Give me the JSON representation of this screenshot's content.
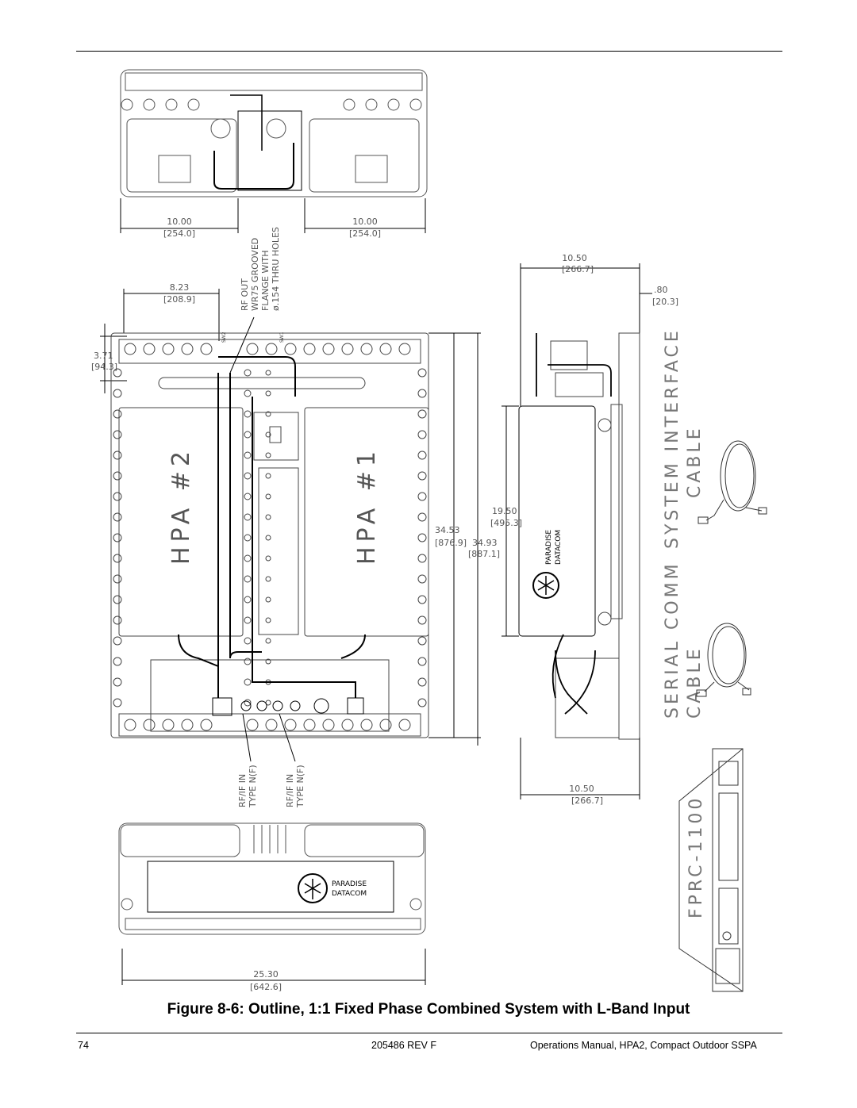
{
  "caption": "Figure 8-6: Outline, 1:1 Fixed Phase Combined System with L-Band Input",
  "footer": {
    "page_number": "74",
    "doc_number": "205486 REV F",
    "manual_title": "Operations Manual, HPA2, Compact Outdoor SSPA"
  },
  "drawing": {
    "dims": {
      "d1_in": "10.00",
      "d1_mm": "[254.0]",
      "d2_in": "10.00",
      "d2_mm": "[254.0]",
      "d3_in": "8.23",
      "d3_mm": "[208.9]",
      "d4_in": "3.71",
      "d4_mm": "[94.3]",
      "d5_in": "10.50",
      "d5_mm": "[266.7]",
      "d6_in": ".80",
      "d6_mm": "[20.3]",
      "d7_in": "19.50",
      "d7_mm": "[495.3]",
      "d8_in": "34.53",
      "d8_mm": "[876.9]",
      "d9_in": "34.93",
      "d9_mm": "[887.1]",
      "d10_in": "10.50",
      "d10_mm": "[266.7]",
      "d11_in": "25.30",
      "d11_mm": "[642.6]"
    },
    "rf_out": [
      "RF OUT",
      "WR75 GROOVED",
      "FLANGE WITH",
      "ø.154 THRU HOLES"
    ],
    "rfif_left": [
      "RF/IF IN",
      "TYPE N(F)"
    ],
    "rfif_right": [
      "RF/IF IN",
      "TYPE N(F)"
    ],
    "hpa2": "HPA #2",
    "hpa1": "HPA #1",
    "sys_cable": [
      "SYSTEM INTERFACE",
      "CABLE"
    ],
    "serial_cable": [
      "SERIAL COMM",
      "CABLE"
    ],
    "fprc": "FPRC-1100",
    "logo": [
      "PARADISE",
      "DATACOM"
    ],
    "sw2": "SW2",
    "sw1": "SW1"
  }
}
